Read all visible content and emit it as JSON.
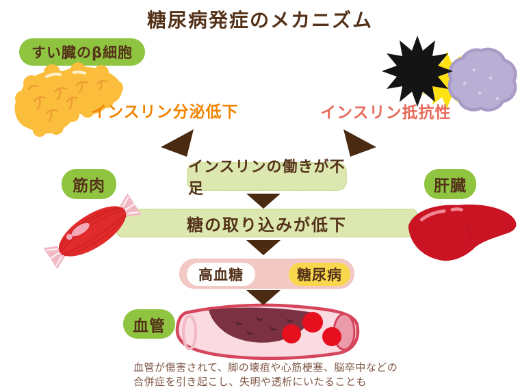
{
  "title": "糖尿病発症のメカニズム",
  "labels": {
    "pancreas": "すい臓のβ細胞",
    "muscle": "筋肉",
    "liver": "肝臓",
    "vessel": "血管"
  },
  "causes": {
    "secretion_drop": "インスリン分泌低下",
    "resistance": "インスリン抵抗性"
  },
  "flow": {
    "insufficient_action": "インスリンの働きが不足",
    "uptake_drop": "糖の取り込みが低下",
    "hyperglycemia": "高血糖",
    "diabetes": "糖尿病"
  },
  "footnote": {
    "line1": "血管が傷害されて、脚の壊疽や心筋梗塞、脳卒中などの",
    "line2": "合併症を引き起こし、失明や透析にいたることも"
  },
  "icons": {
    "arrow_down": "arrow-down-icon",
    "arrow_diag_left": "arrow-diagonal-left-icon",
    "arrow_diag_right": "arrow-diagonal-right-icon"
  },
  "colors": {
    "text_brown": "#54321a",
    "label_green": "#8fc440",
    "box_green": "#dce8b0",
    "cause_orange": "#f08300",
    "cause_coral": "#e8695a",
    "arrow_brown": "#4a2a10",
    "pink_banner": "#f3c9c6",
    "yellow_badge": "#f8d74d",
    "muscle_red": "#e12b2b",
    "liver_red": "#cb1423",
    "pancreas_yellow": "#fbbe3c",
    "vessel_pink": "#fadbe1",
    "plaque_maroon": "#7c3142",
    "blood_red": "#e60f1e",
    "fatcell_purple": "#b9aed3",
    "burst_black": "#141414",
    "burst_yellow": "#ffe214",
    "footnote_brown": "#7d5543"
  }
}
